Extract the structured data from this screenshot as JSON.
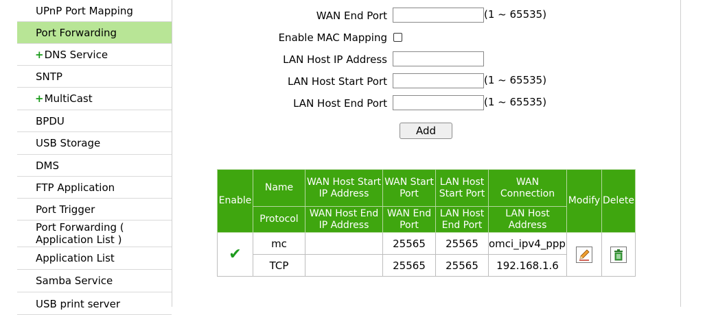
{
  "sidebar": {
    "items": [
      {
        "label": "UPnP Port Mapping",
        "expandable": false
      },
      {
        "label": "Port Forwarding",
        "expandable": false,
        "active": true
      },
      {
        "label": "DNS Service",
        "expandable": true
      },
      {
        "label": "SNTP",
        "expandable": false
      },
      {
        "label": "MultiCast",
        "expandable": true
      },
      {
        "label": "BPDU",
        "expandable": false
      },
      {
        "label": "USB Storage",
        "expandable": false
      },
      {
        "label": "DMS",
        "expandable": false
      },
      {
        "label": "FTP Application",
        "expandable": false
      },
      {
        "label": "Port Trigger",
        "expandable": false
      },
      {
        "label": "Port Forwarding ( Application List )",
        "line1": "Port Forwarding (",
        "line2": "Application List )",
        "expandable": false
      },
      {
        "label": "Application List",
        "expandable": false
      },
      {
        "label": "Samba Service",
        "expandable": false
      },
      {
        "label": "USB print server",
        "expandable": false
      }
    ],
    "expand_symbol": "+"
  },
  "form": {
    "wan_end_port_label": "WAN End Port",
    "wan_end_port_value": "",
    "wan_end_port_hint": "(1 ~ 65535)",
    "enable_mac_mapping_label": "Enable MAC Mapping",
    "enable_mac_mapping_checked": false,
    "lan_host_ip_label": "LAN Host IP Address",
    "lan_host_ip_value": "",
    "lan_host_start_port_label": "LAN Host Start Port",
    "lan_host_start_port_value": "",
    "lan_host_start_port_hint": "(1 ~ 65535)",
    "lan_host_end_port_label": "LAN Host End Port",
    "lan_host_end_port_value": "",
    "lan_host_end_port_hint": "(1 ~ 65535)",
    "add_label": "Add"
  },
  "table": {
    "headers": {
      "enable": "Enable",
      "name": "Name",
      "protocol": "Protocol",
      "wan_host_start_ip": "WAN Host Start IP Address",
      "wan_host_end_ip": "WAN Host End IP Address",
      "wan_start_port": "WAN Start Port",
      "wan_end_port": "WAN End Port",
      "lan_host_start_port": "LAN Host Start Port",
      "lan_host_end_port": "LAN Host End Port",
      "wan_connection": "WAN Connection",
      "lan_host_address": "LAN Host Address",
      "modify": "Modify",
      "delete": "Delete"
    },
    "rows": [
      {
        "enabled": true,
        "name": "mc",
        "protocol": "TCP",
        "wan_host_start_ip": "",
        "wan_host_end_ip": "",
        "wan_start_port": "25565",
        "wan_end_port": "25565",
        "lan_host_start_port": "25565",
        "lan_host_end_port": "25565",
        "wan_connection": "omci_ipv4_ppp",
        "lan_host_address": "192.168.1.6"
      }
    ]
  },
  "icons": {
    "enable": "check-icon",
    "modify": "pencil-icon",
    "delete": "trash-icon"
  },
  "colors": {
    "active_item": "#b8e596",
    "table_header": "#3fa60f",
    "accent_green": "#1e9b1e"
  }
}
